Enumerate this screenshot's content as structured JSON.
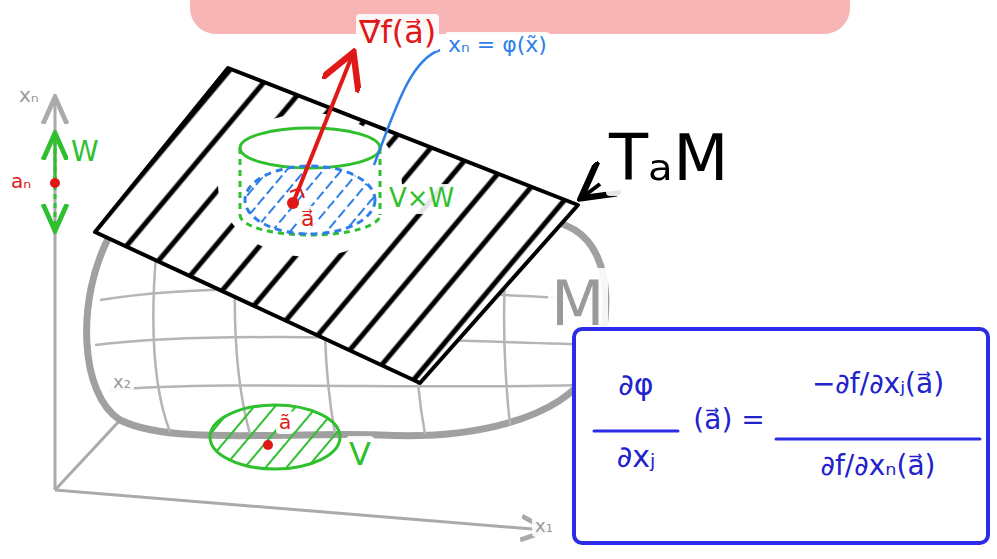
{
  "diagram": {
    "nodes": [
      {
        "text": [
          "∂φ",
          "∂xⱼ",
          "(a⃗) =",
          "−∂f/∂xⱼ(a⃗)",
          "∂f/∂xₙ(a⃗)"
        ]
      }
    ],
    "labels": [
      "∇⃗f(a⃗)",
      "xₙ = φ(x̃)",
      "TₐM",
      "M",
      "xₙ",
      "W",
      "aₙ",
      "a⃗",
      "V×W",
      "x₂",
      "x₁",
      "ã",
      "V"
    ]
  }
}
